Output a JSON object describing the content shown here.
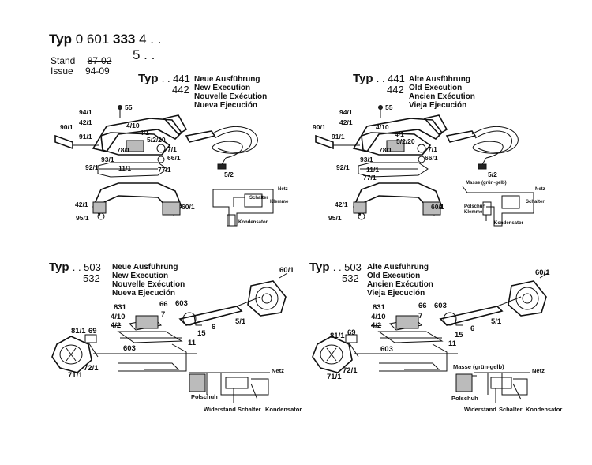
{
  "header": {
    "typ_word": "Typ",
    "part_prefix": "0 601",
    "part_bold": "333",
    "suffix_line1": "4 . .",
    "suffix_line2": "5 . .",
    "stand_label": "Stand",
    "stand_value": "87-02",
    "issue_label": "Issue",
    "issue_value": "94-09"
  },
  "sections": {
    "top_left": {
      "typ": "Typ",
      "numbers": [
        ". . 441",
        "442"
      ],
      "execution": [
        "Neue Ausführung",
        "New Execution",
        "Nouvelle Exécution",
        "Nueva Ejecución"
      ],
      "parts": [
        "55",
        "94/1",
        "42/1",
        "4/10",
        "4/1",
        "90/1",
        "91/1",
        "5/2/20",
        "78/1",
        "7/1",
        "93/1",
        "66/1",
        "92/1",
        "11/1",
        "77/1",
        "5/2",
        "42/1",
        "60/1",
        "95/1"
      ],
      "wiring": [
        "Netz",
        "Schalter",
        "Klemme",
        "Kondensator"
      ]
    },
    "top_right": {
      "typ": "Typ",
      "numbers": [
        ". . 441",
        "442"
      ],
      "execution": [
        "Alte Ausführung",
        "Old Execution",
        "Ancien Exécution",
        "Vieja Ejecución"
      ],
      "parts": [
        "55",
        "94/1",
        "42/1",
        "4/10",
        "4/1",
        "90/1",
        "91/1",
        "5/2/20",
        "78/1",
        "7/1",
        "93/1",
        "66/1",
        "92/1",
        "11/1",
        "77/1",
        "5/2",
        "42/1",
        "60/1",
        "95/1"
      ],
      "wiring": [
        "Masse (grün-gelb)",
        "Netz",
        "Polschuh",
        "Klemme",
        "Schalter",
        "Kondensator"
      ]
    },
    "bottom_left": {
      "typ": "Typ",
      "numbers": [
        ". . 503",
        "532"
      ],
      "execution": [
        "Neue Ausführung",
        "New Execution",
        "Nouvelle Exécution",
        "Nueva Ejecución"
      ],
      "parts": [
        "60/1",
        "831",
        "66",
        "603",
        "4/10",
        "7",
        "4/2",
        "5/1",
        "69",
        "81/1",
        "6",
        "15",
        "603",
        "11",
        "72/1",
        "71/1"
      ],
      "wiring": [
        "Netz",
        "Polschuh",
        "Widerstand",
        "Schalter",
        "Kondensator"
      ]
    },
    "bottom_right": {
      "typ": "Typ",
      "numbers": [
        ". . 503",
        "532"
      ],
      "execution": [
        "Alte Ausführung",
        "Old Execution",
        "Ancien Exécution",
        "Vieja Ejecución"
      ],
      "parts": [
        "60/1",
        "831",
        "66",
        "603",
        "4/10",
        "7",
        "4/2",
        "5/1",
        "69",
        "81/1",
        "6",
        "15",
        "603",
        "11",
        "72/1",
        "71/1"
      ],
      "wiring": [
        "Masse (grün-gelb)",
        "Netz",
        "Polschuh",
        "Widerstand",
        "Schalter",
        "Kondensator"
      ]
    }
  }
}
